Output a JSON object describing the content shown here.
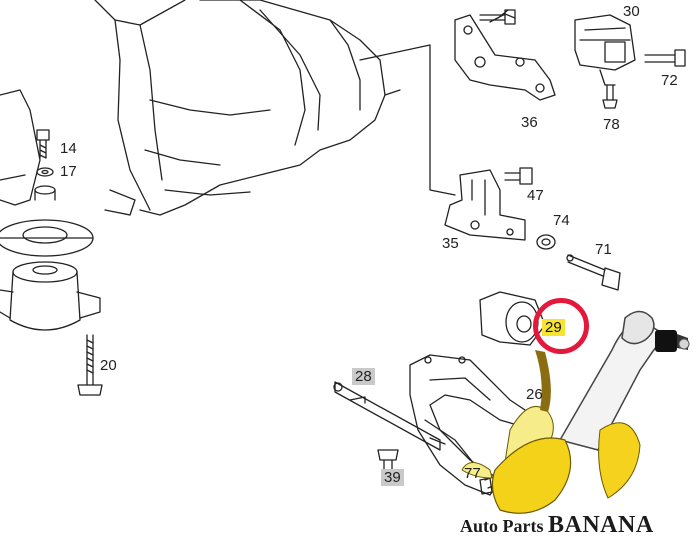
{
  "diagram": {
    "part_labels": {
      "p14": "14",
      "p17": "17",
      "p20": "20",
      "p26": "26",
      "p28": "28",
      "p29": "29",
      "p30": "30",
      "p35": "35",
      "p36": "36",
      "p39": "39",
      "p47": "47",
      "p71": "71",
      "p72": "72",
      "p74": "74",
      "p77": "77",
      "p78": "78"
    },
    "highlighted_part": "29",
    "colors": {
      "line": "#222222",
      "gray_tag": "#c9c9c9",
      "yellow_tag": "#f7e431",
      "highlight_ring": "#e4183b",
      "banana": "#f5d21a"
    }
  },
  "watermark": {
    "prefix": "Auto Parts ",
    "brand": "BANANA"
  }
}
